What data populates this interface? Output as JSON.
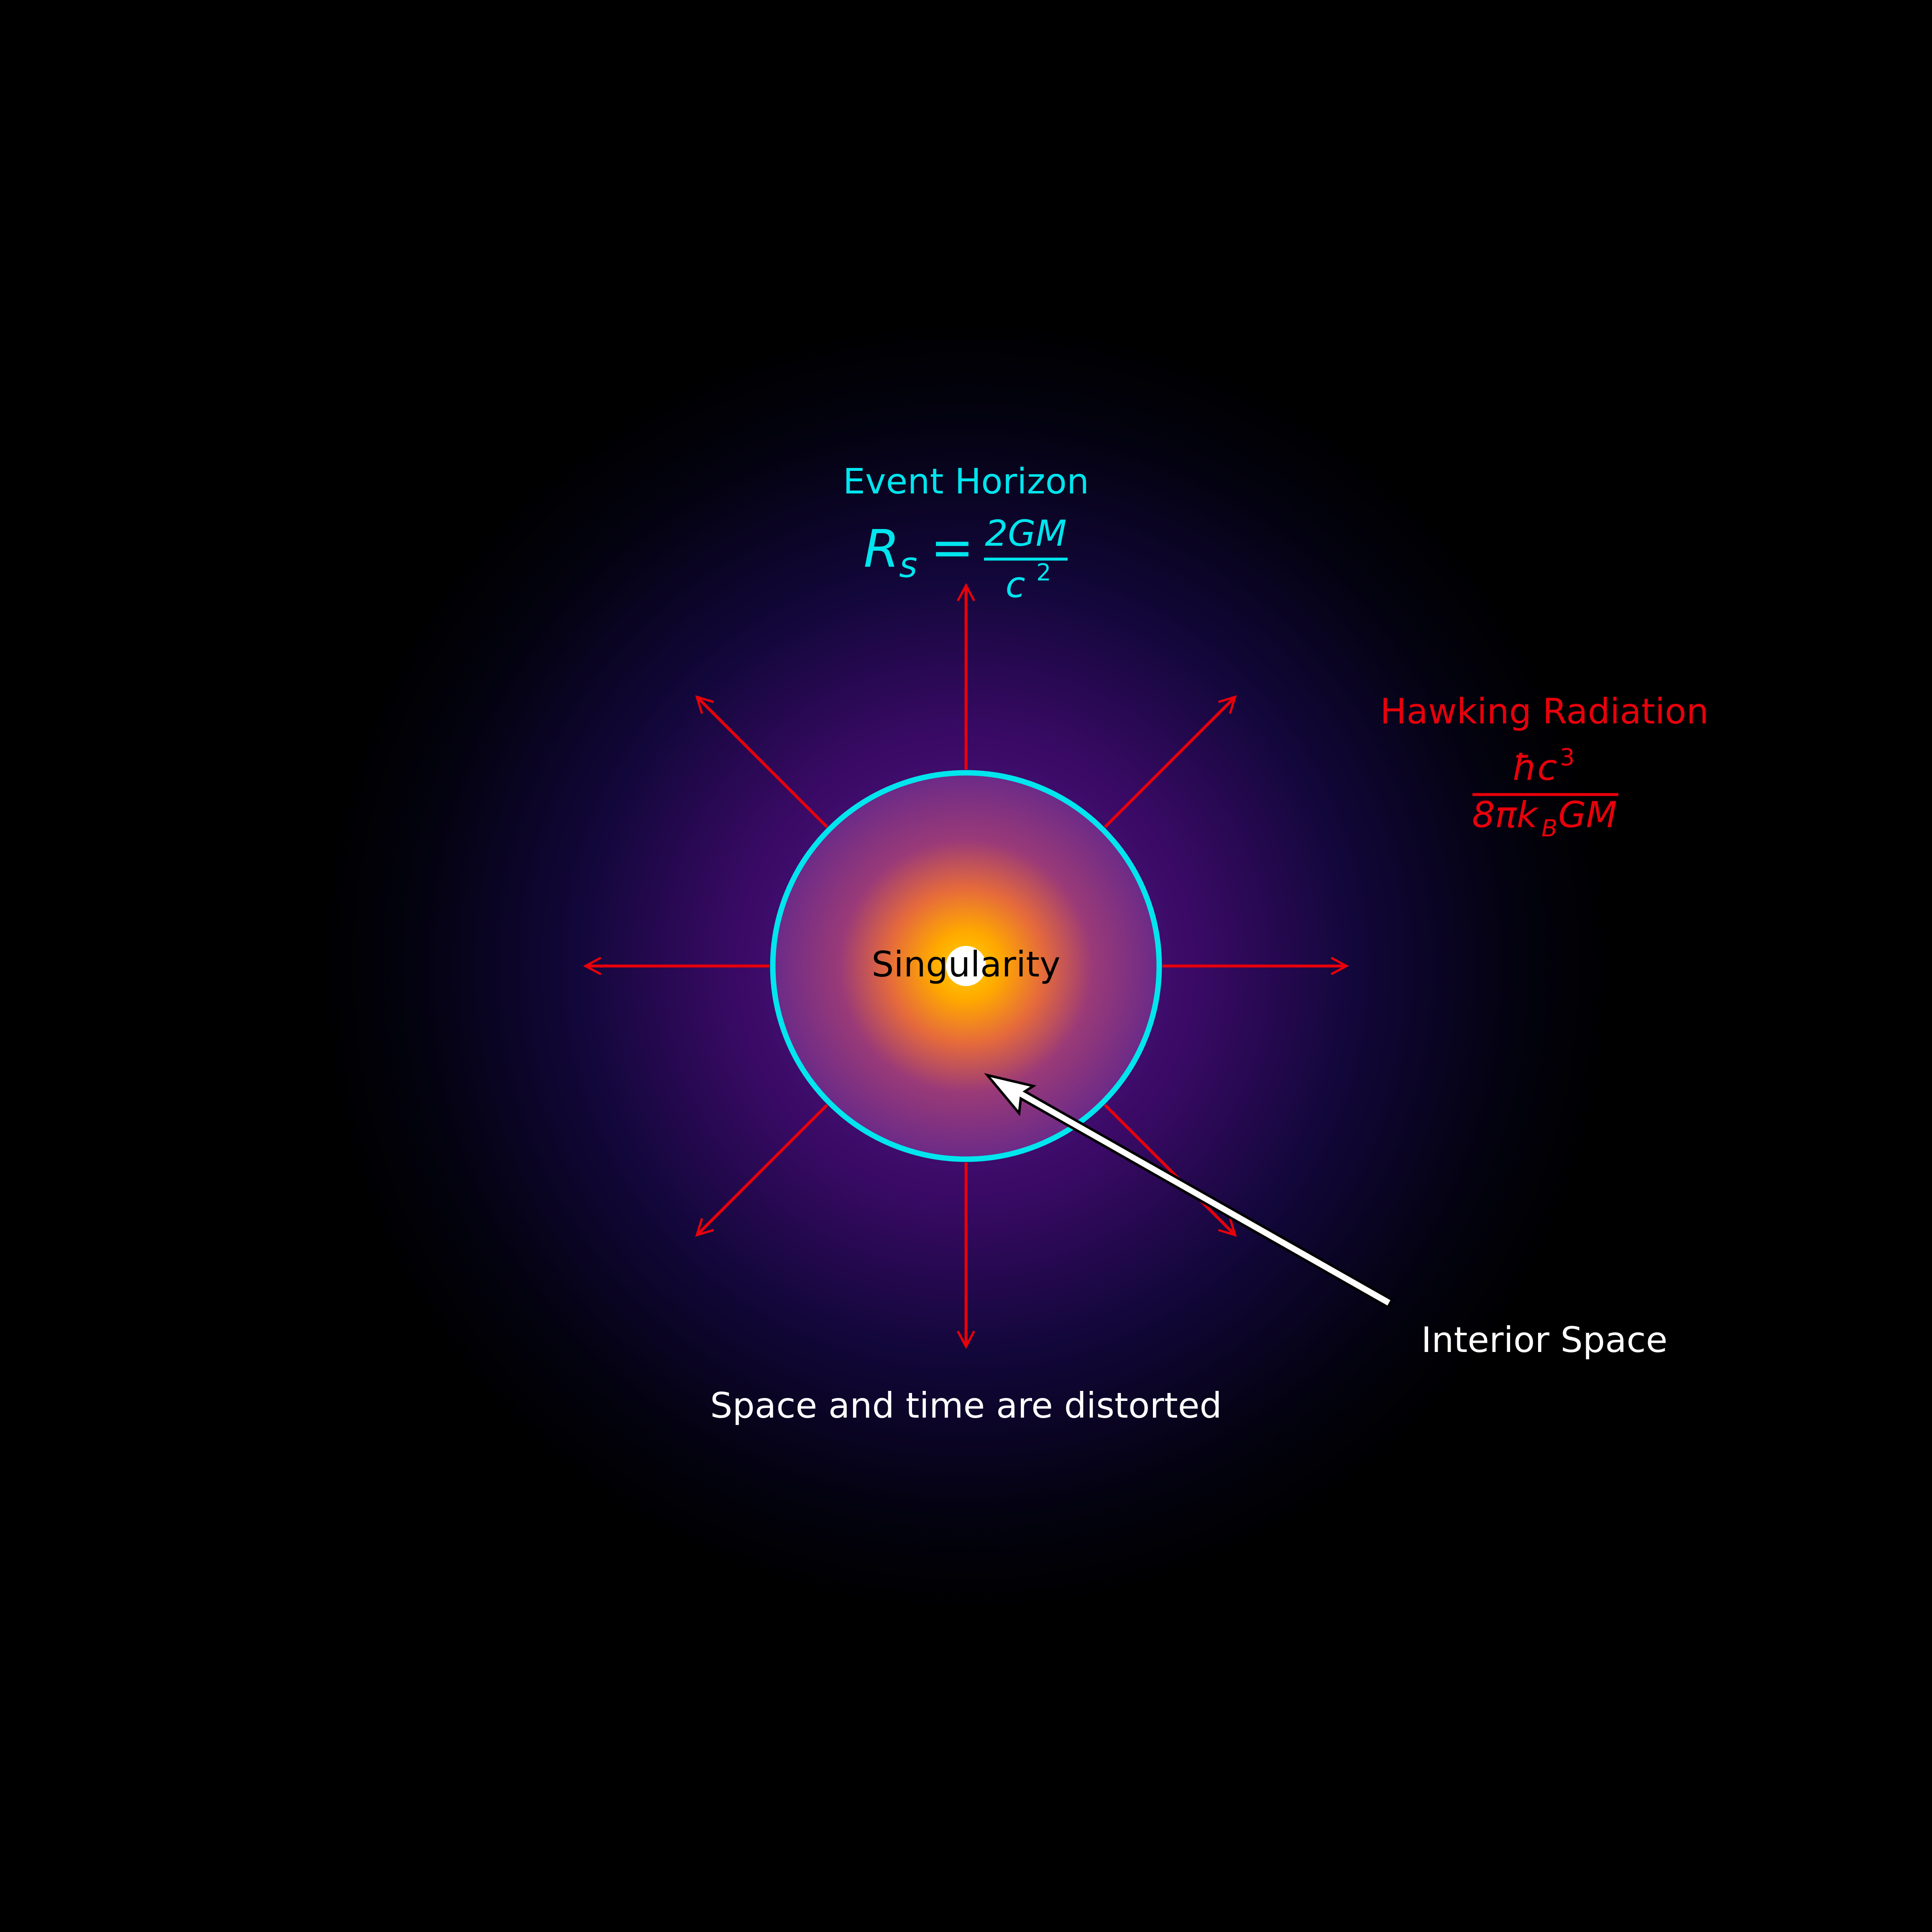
{
  "colors": {
    "background": "#000000",
    "event_horizon": "#00e5ee",
    "hawking": "#e8000b",
    "singularity_core": "#ffffff",
    "glow_hot": "#ffb000",
    "glow_mid": "#7a2a8a",
    "glow_outer": "#3a0a66",
    "label_light": "#ffffff",
    "label_dark": "#000000"
  },
  "event_horizon": {
    "title": "Event Horizon",
    "formula": {
      "lhs_symbol": "R",
      "lhs_subscript": "s",
      "equals": "=",
      "numerator": "2GM",
      "denominator_base": "c",
      "denominator_exponent": "2"
    }
  },
  "hawking_radiation": {
    "title": "Hawking Radiation",
    "formula": {
      "numerator_base": "ħc",
      "numerator_exponent": "3",
      "denominator_prefix": "8πk",
      "denominator_subscript": "B",
      "denominator_suffix": "GM"
    },
    "radiation_arrow_count": 8
  },
  "singularity_label": "Singularity",
  "interior_space_label": "Interior Space",
  "caption": "Space and time are distorted",
  "icons": {
    "radiation_arrow": "arrow-outward-icon",
    "pointer_arrow": "pointer-arrow-icon"
  }
}
